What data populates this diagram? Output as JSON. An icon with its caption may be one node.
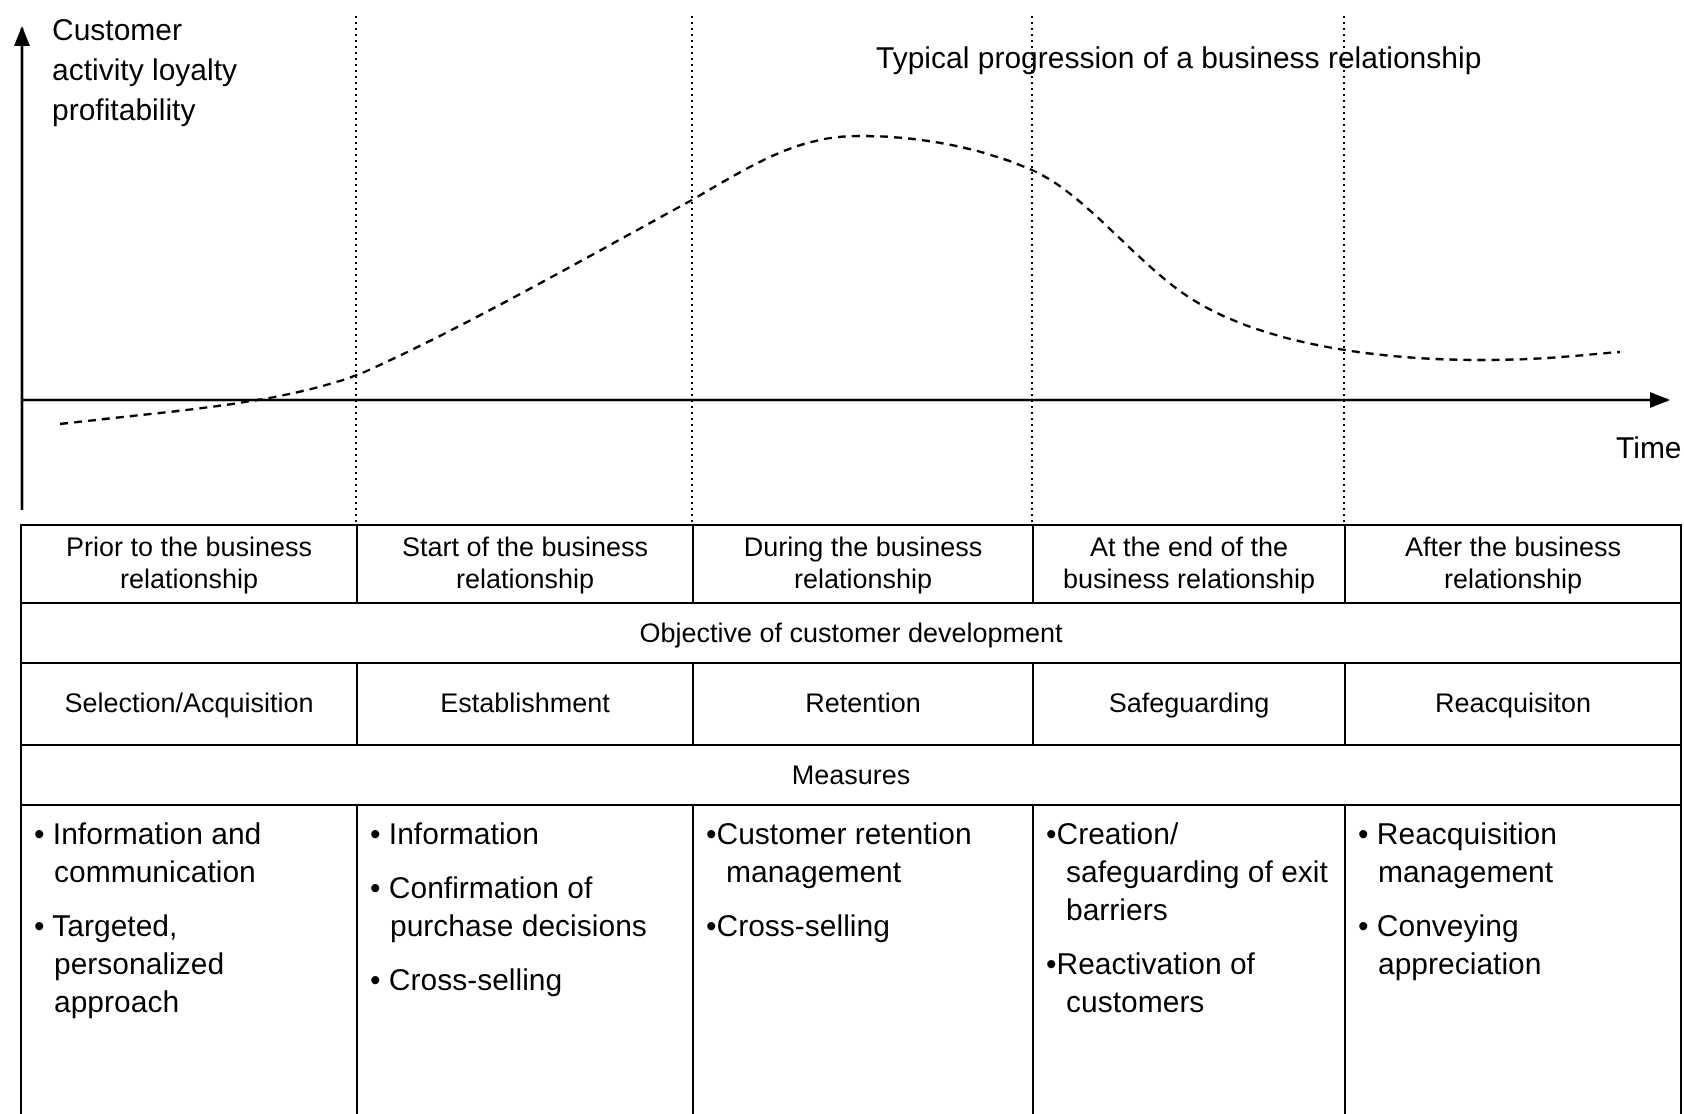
{
  "diagram": {
    "labels": [
      "Customer activity loyalty profitability",
      "Typical progression of a business relationship",
      "Time",
      "Prior to the business relationship",
      "Start of the business relationship",
      "During the business relationship",
      "At the end of the business relationship",
      "After the business relationship",
      "Objective of customer development",
      "Selection/Acquisition",
      "Establishment",
      "Retention",
      "Safeguarding",
      "Reacquisiton",
      "Measures",
      "• Information and communication",
      "• Targeted, personalized approach",
      "• Information",
      "• Confirmation of purchase decisions",
      "• Cross-selling",
      "•Customer retention management",
      "•Cross-selling",
      "•Creation/ safeguarding of exit barriers",
      "•Reactivation of customers",
      "• Reacquisition management",
      "• Conveying appreciation"
    ]
  }
}
